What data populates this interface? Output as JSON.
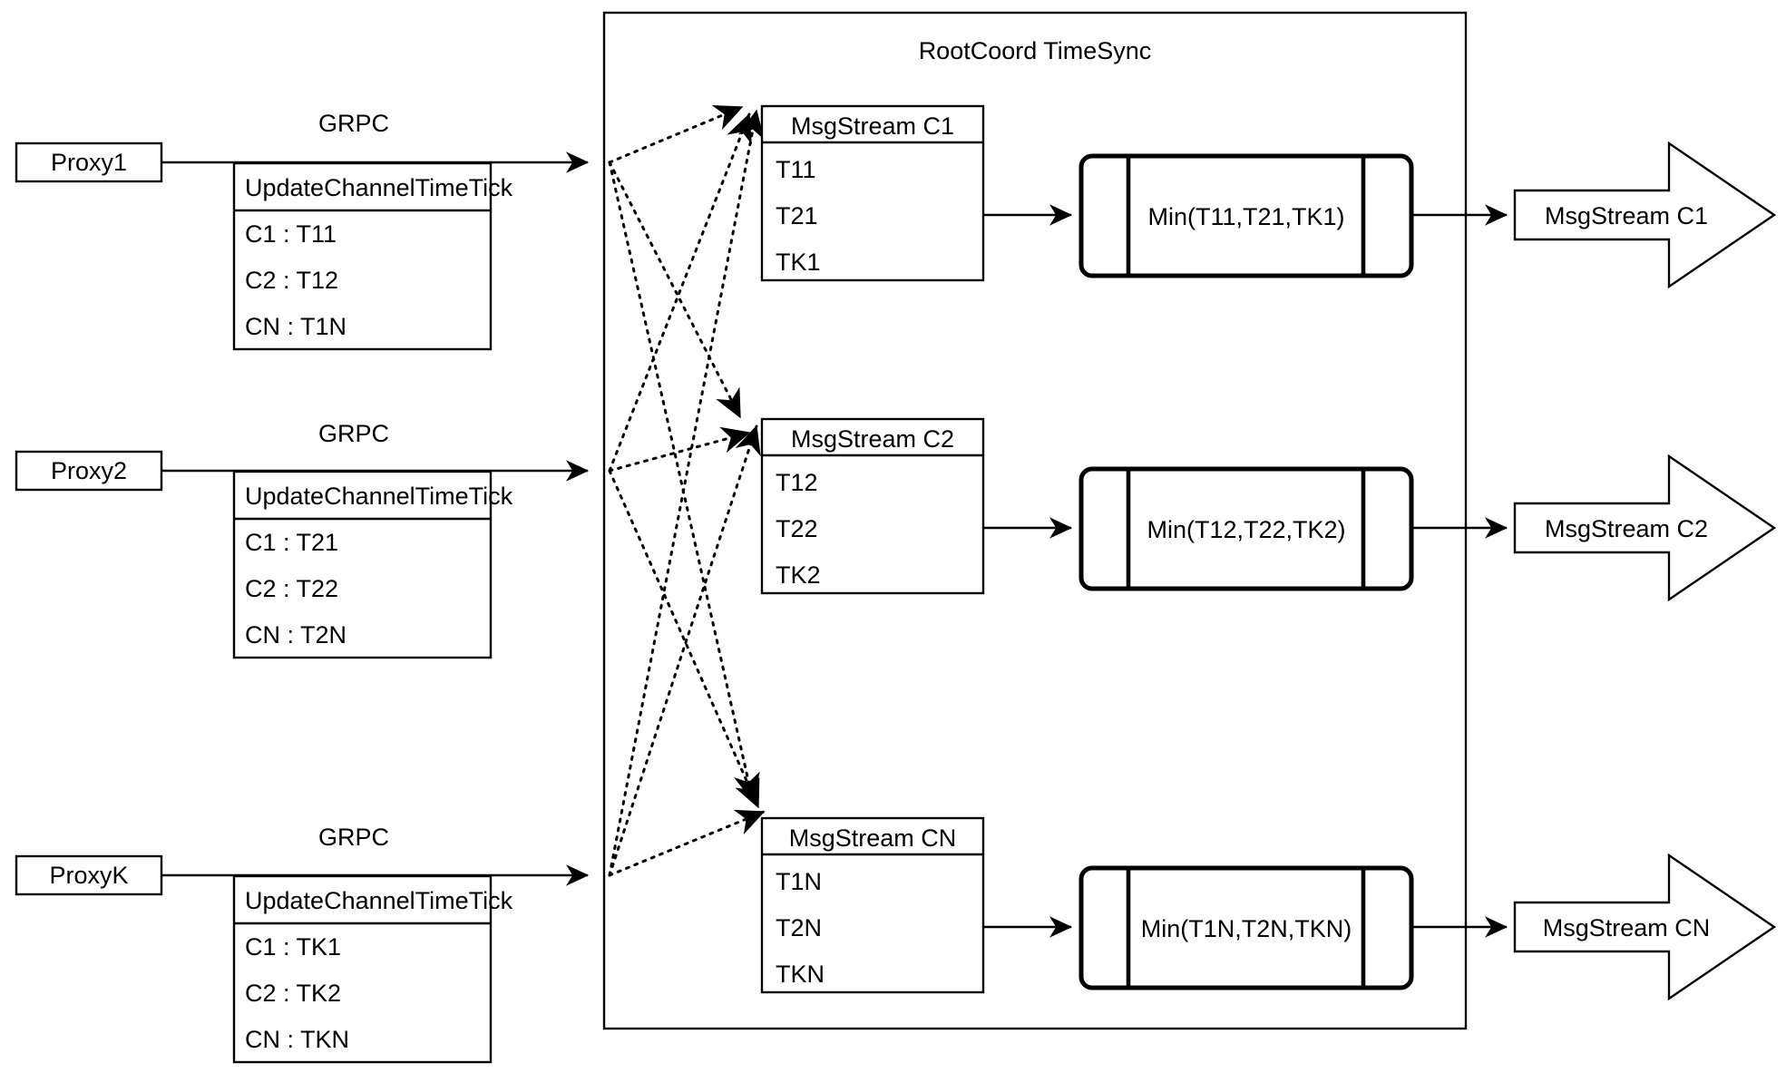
{
  "diagram": {
    "title": "RootCoord TimeSync",
    "container_label": "RootCoord TimeSync",
    "protocol_label": "GRPC",
    "rpc_label": "UpdateChannelTimeTick",
    "colors": {
      "stroke": "#000000",
      "background": "#ffffff",
      "text": "#000000"
    },
    "proxies": [
      {
        "name": "Proxy1",
        "protocol": "GRPC",
        "rpc": "UpdateChannelTimeTick",
        "entries": [
          "C1 :  T11",
          "C2 :  T12",
          "CN : T1N"
        ]
      },
      {
        "name": "Proxy2",
        "protocol": "GRPC",
        "rpc": "UpdateChannelTimeTick",
        "entries": [
          "C1 :  T21",
          "C2 :  T22",
          "CN : T2N"
        ]
      },
      {
        "name": "ProxyK",
        "protocol": "GRPC",
        "rpc": "UpdateChannelTimeTick",
        "entries": [
          "C1 :  TK1",
          "C2 :  TK2",
          "CN : TKN"
        ]
      }
    ],
    "channels": [
      {
        "stream_title": "MsgStream C1",
        "ticks": [
          "T11",
          "T21",
          "TK1"
        ],
        "min_label": "Min(T11,T21,TK1)",
        "output_label": "MsgStream C1"
      },
      {
        "stream_title": "MsgStream C2",
        "ticks": [
          "T12",
          "T22",
          "TK2"
        ],
        "min_label": "Min(T12,T22,TK2)",
        "output_label": "MsgStream C2"
      },
      {
        "stream_title": "MsgStream CN",
        "ticks": [
          "T1N",
          "T2N",
          "TKN"
        ],
        "min_label": "Min(T1N,T2N,TKN)",
        "output_label": "MsgStream CN"
      }
    ]
  }
}
